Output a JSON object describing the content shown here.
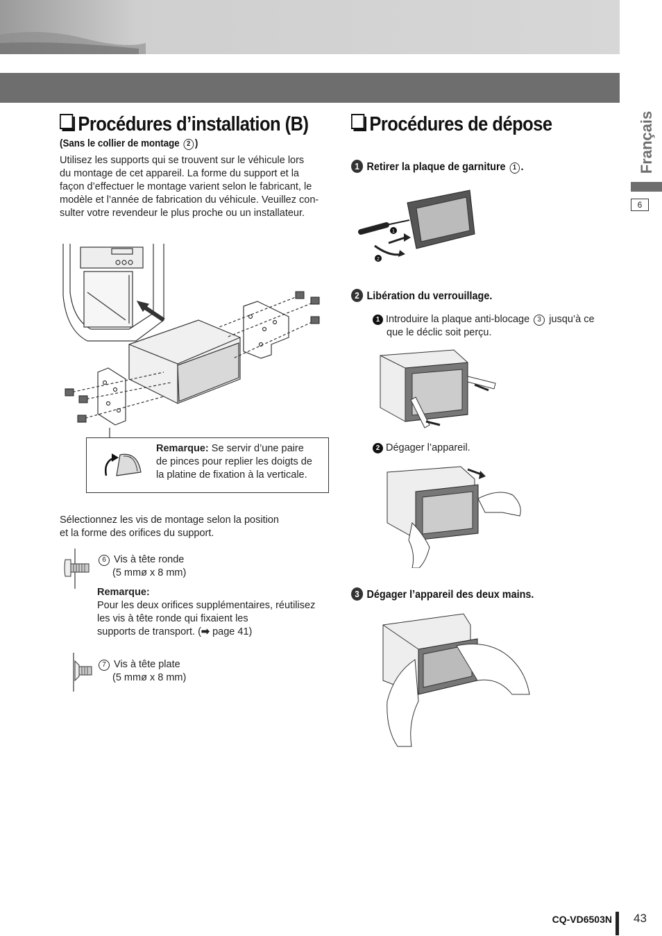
{
  "left": {
    "title": "Procédures d’installation (B)",
    "subtitle_pre": "(Sans le collier de montage ",
    "subtitle_ref": "2",
    "subtitle_post": ")",
    "intro": [
      "Utilisez les supports qui se trouvent sur le véhicule lors",
      "du montage de cet appareil. La forme du support et la",
      "façon d’effectuer le montage varient selon le fabricant, le",
      "modèle et l’année de fabrication du véhicule. Veuillez con-",
      "sulter votre revendeur le plus proche ou un installateur."
    ],
    "remark_label": "Remarque:",
    "remark_lines": [
      " Se servir d’une paire",
      "de pinces pour replier les doigts de",
      "la platine de fixation à la verticale."
    ],
    "select_text": [
      "Sélectionnez les vis de montage selon la position",
      "et la forme des orifices du support."
    ],
    "screw6": {
      "ref": "6",
      "name": "Vis à tête ronde",
      "size": "(5 mmø x 8 mm)"
    },
    "remark2_label": "Remarque:",
    "remark2_lines": [
      "Pour les deux orifices supplémentaires, réutilisez",
      "les vis à tête ronde qui fixaient les",
      "supports de transport. ("
    ],
    "remark2_page": " page 41)",
    "screw7": {
      "ref": "7",
      "name": "Vis à tête plate",
      "size": "(5 mmø x 8 mm)"
    }
  },
  "right": {
    "title": "Procédures de dépose",
    "step1": {
      "num": "1",
      "text_pre": "Retirer la plaque de garniture ",
      "ref": "1",
      "text_post": "."
    },
    "step2": {
      "num": "2",
      "text": "Libération du verrouillage."
    },
    "sub1": {
      "num": "1",
      "text_pre": "Introduire la plaque anti-blocage ",
      "ref": "3",
      "text_post": " jusqu’à ce",
      "line2": "que le déclic soit perçu."
    },
    "sub2": {
      "num": "2",
      "text": "Dégager l’appareil."
    },
    "step3": {
      "num": "3",
      "text": "Dégager l’appareil des deux mains."
    },
    "fig_markers": [
      "1",
      "2"
    ]
  },
  "sidebar": {
    "language": "Français",
    "page_index": "6"
  },
  "footer": {
    "model": "CQ-VD6503N",
    "page": "43"
  },
  "colors": {
    "band": "#d7d7d7",
    "bar": "#6e6e6e",
    "text": "#222222"
  }
}
